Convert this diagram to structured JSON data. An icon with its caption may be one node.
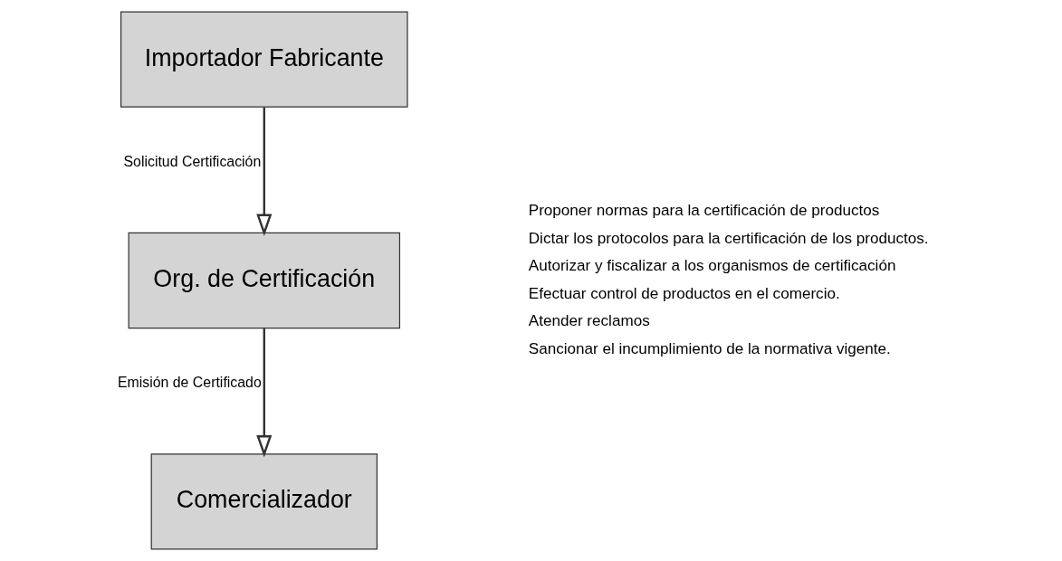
{
  "diagram": {
    "nodes": [
      {
        "text": [
          "Importador Fabricante"
        ]
      },
      {
        "text": [
          "Org. de Certificación"
        ]
      },
      {
        "text": [
          "Comercializador"
        ]
      }
    ],
    "edges": [
      {
        "from": 0,
        "to": 1,
        "arrow": "to",
        "label": "Solicitud Certificación"
      },
      {
        "from": 1,
        "to": 2,
        "arrow": "to",
        "label": "Emisión de Certificado"
      }
    ],
    "labels": [
      "Proponer normas para la certificación de productos",
      "Dictar los protocolos para la certificación de los productos.",
      "Autorizar y fiscalizar a los organismos de certificación",
      "Efectuar control de productos en el comercio.",
      "Atender reclamos",
      "Sancionar el incumplimiento de la normativa vigente."
    ]
  }
}
